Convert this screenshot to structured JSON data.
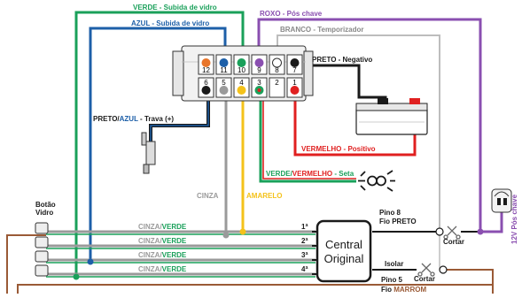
{
  "colors": {
    "green": "#1aa05a",
    "blue": "#1d5fa8",
    "purple": "#8a4fb0",
    "gray": "#9a9a9a",
    "yellow": "#f4c21a",
    "red": "#e02020",
    "black": "#1a1a1a",
    "brown": "#9a5a36",
    "orange": "#e8752a"
  },
  "labels": {
    "verde_subida": "VERDE - Subida de vidro",
    "azul_subida": "AZUL - Subida de vidro",
    "roxo": "ROXO - Pós chave",
    "branco": "BRANCO - Temporizador",
    "preto_negativo": "PRETO - Negativo",
    "trava_preto": "PRETO/",
    "trava_azul": "AZUL",
    "trava_rest": " - Trava (+)",
    "vermelho_positivo": "VERMELHO - Positivo",
    "seta_verde": "VERDE/",
    "seta_vermelho": "VERMELHO",
    "seta_rest": " - Seta",
    "cinza": "CINZA",
    "amarelo": "AMARELO",
    "botao_l1": "Botão",
    "botao_l2": "Vidro",
    "cinza_verde_1a": "CINZA/",
    "cinza_verde_1b": "VERDE",
    "cinza_verde_2a": "CINZA/",
    "cinza_verde_2b": "VERDE",
    "cinza_verde_3a": "CINZA/",
    "cinza_verde_3b": "VERDE",
    "cinza_verde_4a": "CINZA/",
    "cinza_verde_4b": "VERDE",
    "n1": "1ª",
    "n2": "2ª",
    "n3": "3ª",
    "n4": "4ª",
    "central_l1": "Central",
    "central_l2": "Original",
    "pino8_l1": "Pino 8",
    "pino8_l2": "Fio PRETO",
    "pino5_l1": "Pino 5",
    "pino5_l2a": "Fio ",
    "pino5_l2b": "MARROM",
    "cortar1": "Cortar",
    "cortar2": "Cortar",
    "isolar": "Isolar",
    "v12": "12V Pós chave"
  },
  "connector_pins": {
    "top": [
      "12",
      "11",
      "10",
      "9",
      "8",
      "7"
    ],
    "bottom": [
      "6",
      "5",
      "4",
      "3",
      "2",
      "1"
    ]
  }
}
